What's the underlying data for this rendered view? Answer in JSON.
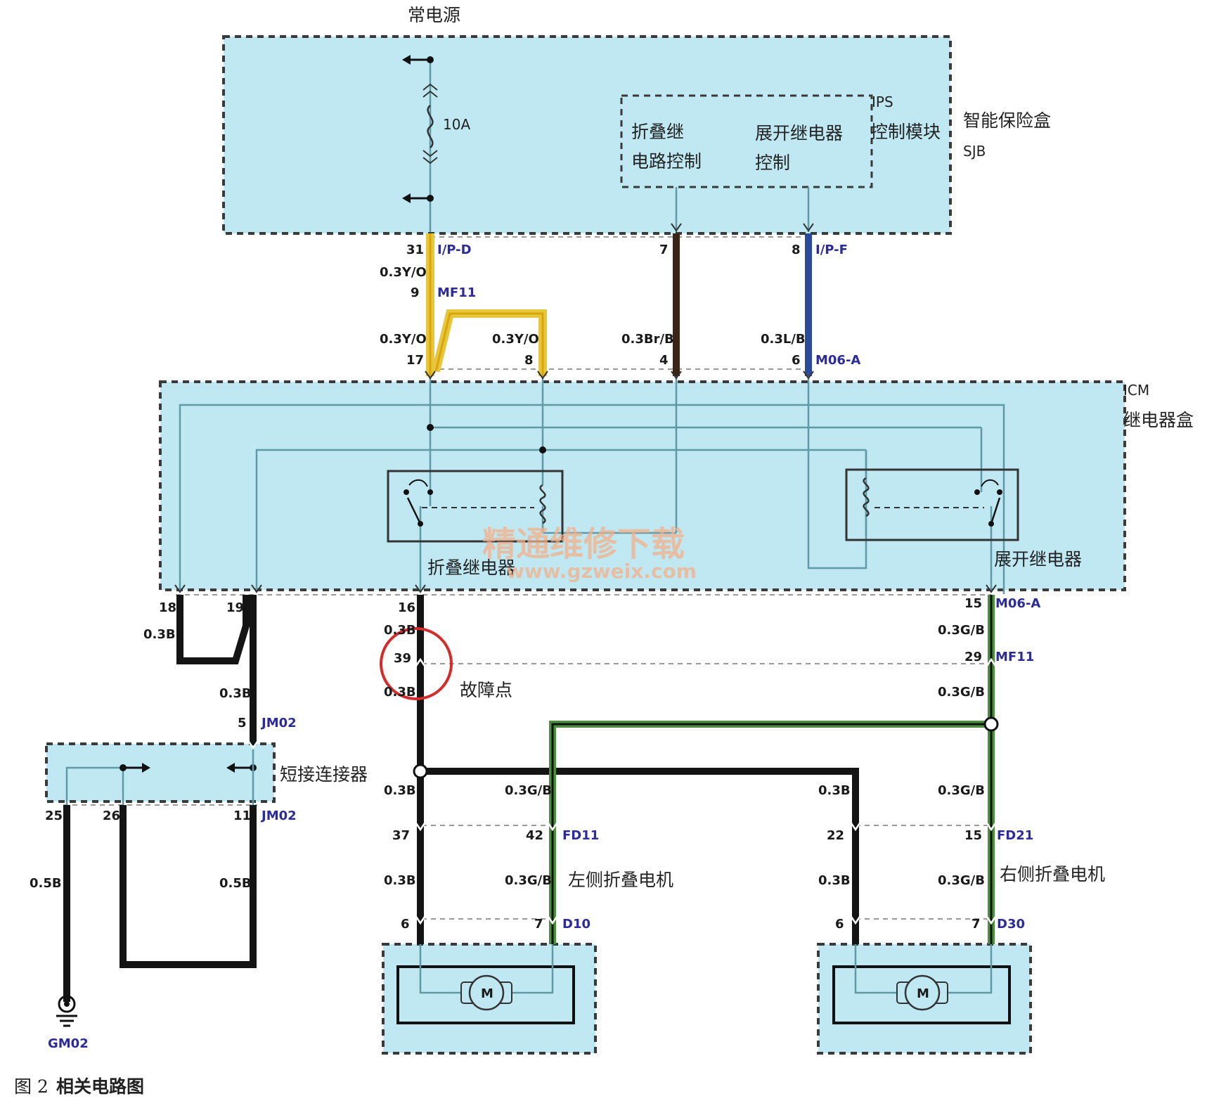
{
  "labels": {
    "power_source": "常电源",
    "fuse": "10A",
    "ips": "IPS",
    "fold_relay_ctrl_1": "折叠继",
    "fold_relay_ctrl_2": "电路控制",
    "unfold_relay_ctrl_1": "展开继电器",
    "unfold_relay_ctrl_2": "控制",
    "control_module": "控制模块",
    "sjb_name": "智能保险盒",
    "sjb_code": "SJB",
    "icm_code": "ICM",
    "icm_name": "继电器盒",
    "fold_relay": "折叠继电器",
    "unfold_relay": "展开继电器",
    "fault_point": "故障点",
    "short_connector": "短接连接器",
    "left_motor": "左侧折叠电机",
    "right_motor": "右侧折叠电机",
    "motor_symbol": "M",
    "ground": "GM02",
    "watermark_cn": "精通维修下载",
    "watermark_url": "www.gzweix.com",
    "caption_fig": "图 2",
    "caption_text": "相关电路图"
  },
  "wire_specs": {
    "y_o": "0.3Y/O",
    "br_b": "0.3Br/B",
    "l_b": "0.3L/B",
    "b": "0.3B",
    "g_b": "0.3G/B",
    "b05": "0.5B"
  },
  "pins": {
    "p31": "31",
    "p9": "9",
    "p17": "17",
    "p8a": "8",
    "p7a": "7",
    "p8b": "8",
    "p4": "4",
    "p6a": "6",
    "p18": "18",
    "p19": "19",
    "p16": "16",
    "p15a": "15",
    "p39": "39",
    "p29": "29",
    "p5": "5",
    "p25": "25",
    "p26": "26",
    "p11": "11",
    "p37": "37",
    "p42": "42",
    "p22": "22",
    "p15b": "15",
    "p6b": "6",
    "p7b": "7",
    "p6c": "6",
    "p7c": "7"
  },
  "connectors": {
    "ip_d": "I/P-D",
    "mf11": "MF11",
    "ip_f": "I/P-F",
    "m06a": "M06-A",
    "jm02": "JM02",
    "fd11": "FD11",
    "fd21": "FD21",
    "d10": "D10",
    "d30": "D30"
  },
  "colors": {
    "box_fill": "#bfe8f2",
    "wire_yellow": "#e6c63a",
    "wire_black": "#141414",
    "wire_green": "#4a8f3c",
    "wire_blue": "#2d4a9a",
    "wire_brown": "#3a2418",
    "fault_circle": "#d42b2b"
  }
}
